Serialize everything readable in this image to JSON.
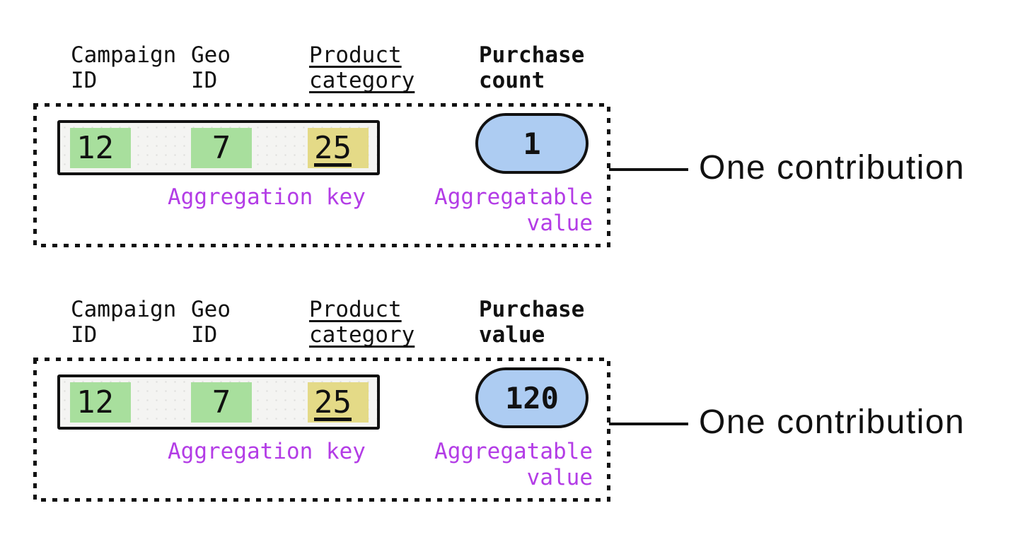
{
  "colors": {
    "key_highlight_green": "#a8df9d",
    "category_highlight_yellow": "#e4da87",
    "value_pill_blue": "#adccf2",
    "label_purple": "#b33ce6",
    "ink_black": "#111111",
    "row_background": "#f4f4f2"
  },
  "panels": [
    {
      "headers": {
        "campaign": {
          "line1": "Campaign",
          "line2": "ID"
        },
        "geo": {
          "line1": "Geo",
          "line2": "ID"
        },
        "product": {
          "line1": "Product",
          "line2": "category"
        },
        "metric": {
          "line1": "Purchase",
          "line2": "count"
        }
      },
      "record": {
        "campaign_id": "12",
        "geo_id": "7",
        "product_category": "25"
      },
      "aggregatable_value": "1",
      "aggregation_key_label": "Aggregation key",
      "aggregatable_value_label": {
        "line1": "Aggregatable",
        "line2": "value"
      },
      "annotation": "One contribution"
    },
    {
      "headers": {
        "campaign": {
          "line1": "Campaign",
          "line2": "ID"
        },
        "geo": {
          "line1": "Geo",
          "line2": "ID"
        },
        "product": {
          "line1": "Product",
          "line2": "category"
        },
        "metric": {
          "line1": "Purchase",
          "line2": "value"
        }
      },
      "record": {
        "campaign_id": "12",
        "geo_id": "7",
        "product_category": "25"
      },
      "aggregatable_value": "120",
      "aggregation_key_label": "Aggregation key",
      "aggregatable_value_label": {
        "line1": "Aggregatable",
        "line2": "value"
      },
      "annotation": "One contribution"
    }
  ]
}
